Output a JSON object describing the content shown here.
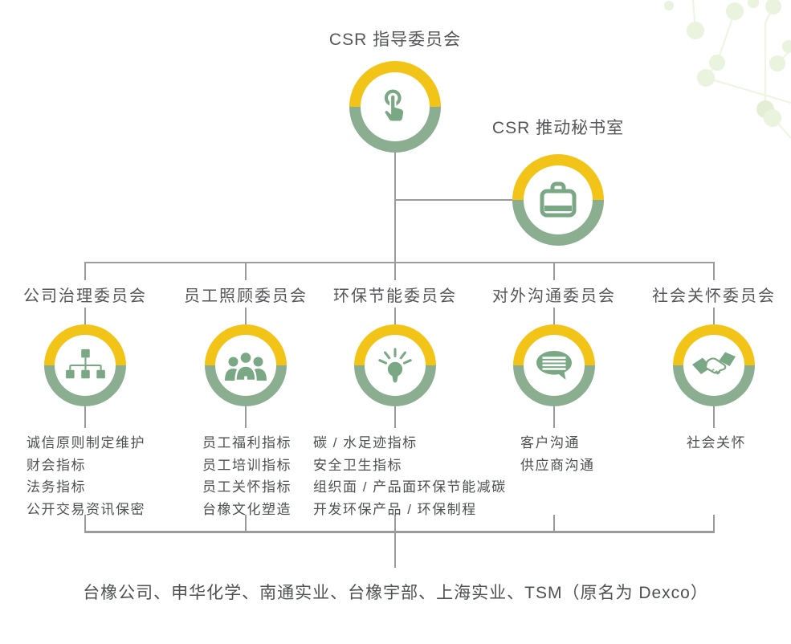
{
  "colors": {
    "ring_yellow": "#F2C417",
    "ring_green": "#8BAE91",
    "icon_green": "#7BA884",
    "connector_gray": "#9B9B9B",
    "title_text": "#55565A",
    "body_text": "#4E5052",
    "decoration_pale_green": "#E9F3DD"
  },
  "root_committee": {
    "label": "CSR 指导委员会",
    "icon": "tap-finger-icon"
  },
  "secretariat": {
    "label": "CSR 推动秘书室",
    "icon": "briefcase-icon"
  },
  "committees": [
    {
      "label": "公司治理委员会",
      "icon": "org-hierarchy-icon",
      "items": [
        "诚信原则制定维护",
        "财会指标",
        "法务指标",
        "公开交易资讯保密"
      ]
    },
    {
      "label": "员工照顾委员会",
      "icon": "people-group-icon",
      "items": [
        "员工福利指标",
        "员工培训指标",
        "员工关怀指标",
        "台橡文化塑造"
      ]
    },
    {
      "label": "环保节能委员会",
      "icon": "lightbulb-icon",
      "items": [
        "碳 / 水足迹指标",
        "安全卫生指标",
        "组织面 / 产品面环保节能减碳",
        "开发环保产品 / 环保制程"
      ]
    },
    {
      "label": "对外沟通委员会",
      "icon": "speech-bubble-icon",
      "items": [
        "客户沟通",
        "供应商沟通"
      ]
    },
    {
      "label": "社会关怀委员会",
      "icon": "handshake-icon",
      "items": [
        "社会关怀"
      ]
    }
  ],
  "subsidiaries_line": "台橡公司、申华化学、南通实业、台橡宇部、上海实业、TSM（原名为 Dexco）"
}
